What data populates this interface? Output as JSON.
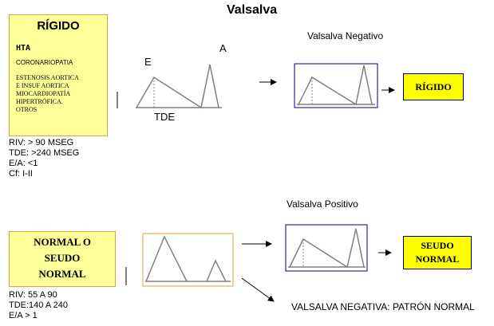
{
  "title": "Valsalva",
  "rigid": {
    "heading": "RÍGIDO",
    "hta": "HTA",
    "coronariopatia": "CORONARIOPATIA",
    "conditions": [
      "ESTENOSIS AORTICA",
      "E INSUF AORTICA",
      "MIOCARDIOPATÍA",
      "HIPERTRÓFICA.",
      "OTROS"
    ],
    "stats": [
      "RIV: > 90 MSEG",
      "TDE: >240 MSEG",
      "E/A: <1",
      "Cf: I-II"
    ],
    "wave_labels": {
      "e": "E",
      "a": "A",
      "tde": "TDE"
    },
    "valsalva_caption": "Valsalva Negativo",
    "result": "RÍGIDO"
  },
  "normal": {
    "heading_lines": [
      "NORMAL O",
      "SEUDO",
      "NORMAL"
    ],
    "stats": [
      "RIV: 55 A 90",
      "TDE:140 A 240",
      "E/A > 1"
    ],
    "valsalva_caption": "Valsalva Positivo",
    "result_lines": [
      "SEUDO",
      "NORMAL"
    ],
    "negative_note": "VALSALVA NEGATIVA: PATRÓN NORMAL"
  },
  "colors": {
    "yellow_box": "#ffff99",
    "result_fill": "#ffff00",
    "box_border_orange": "#e0a040",
    "box_border_navy": "#000080",
    "wave_line": "#808080"
  }
}
